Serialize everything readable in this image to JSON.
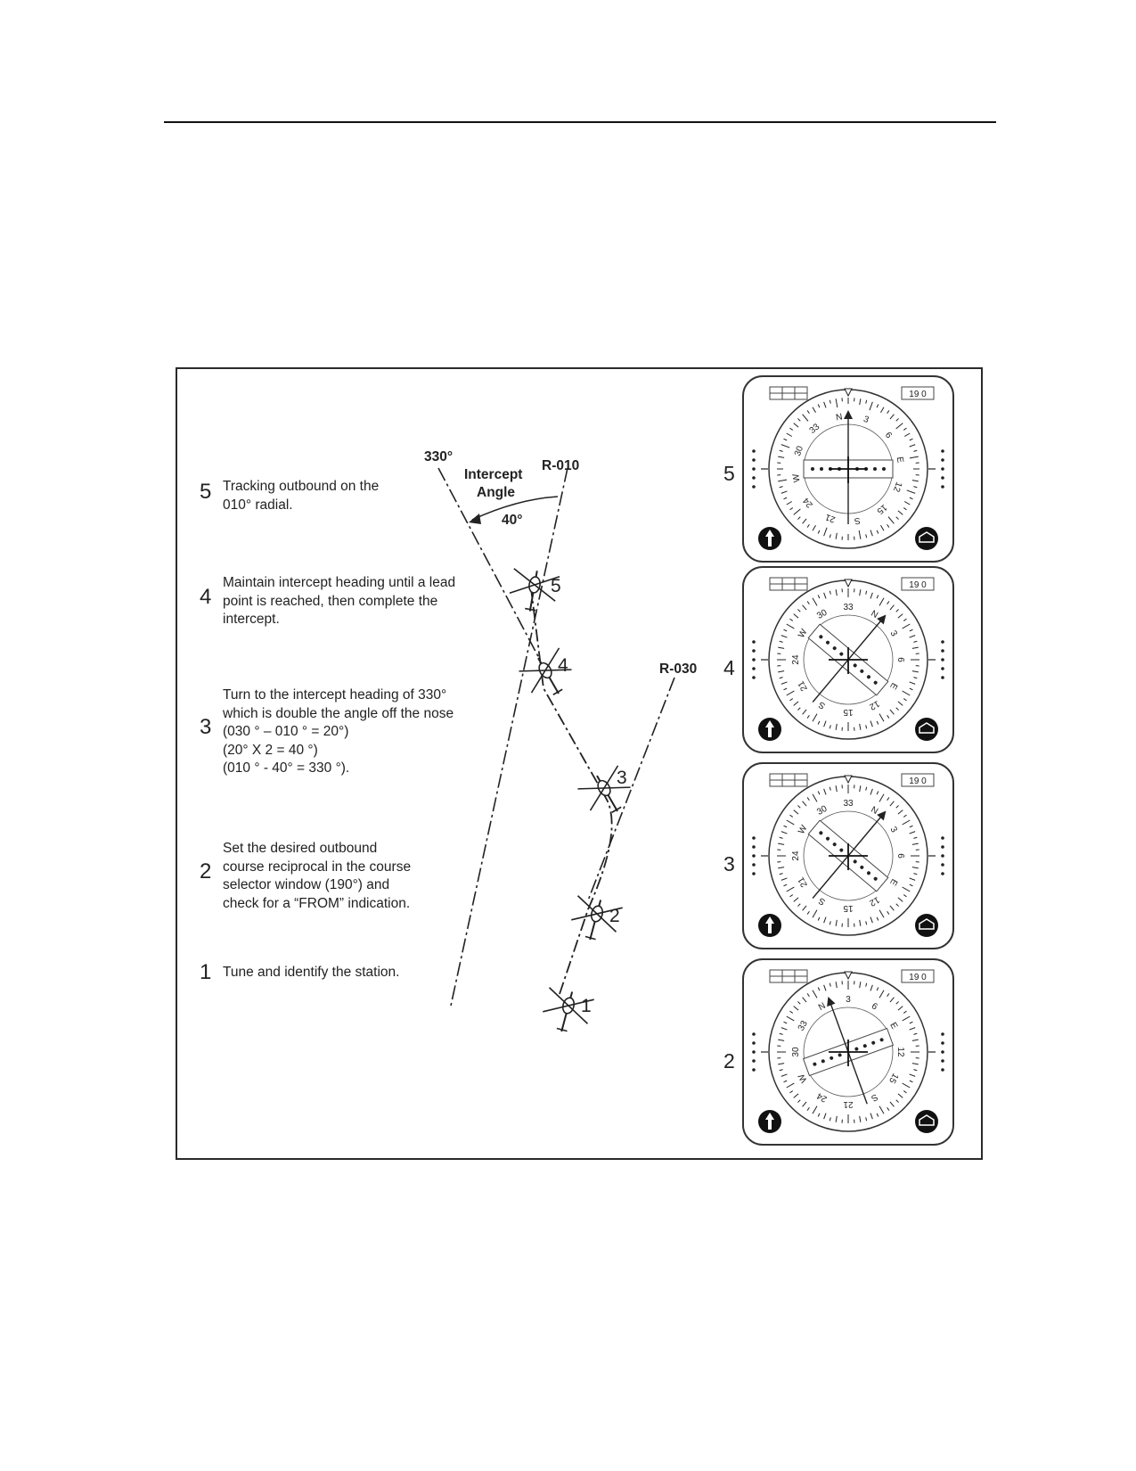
{
  "steps": [
    {
      "num": "5",
      "text": "Tracking outbound on the\n010° radial."
    },
    {
      "num": "4",
      "text": "Maintain intercept heading until a lead\npoint is reached, then complete the\nintercept."
    },
    {
      "num": "3",
      "text": "Turn to the intercept heading of 330°\nwhich is double the angle off the nose\n(030 ° – 010 ° = 20°)\n(20° X 2 = 40 °)\n(010 ° - 40° = 330 °)."
    },
    {
      "num": "2",
      "text": "Set the desired outbound\ncourse reciprocal in the course\nselector window (190°) and\ncheck for a “FROM” indication."
    },
    {
      "num": "1",
      "text": "Tune and identify the station."
    }
  ],
  "labels": {
    "heading_330": "330°",
    "radial_010": "R-010",
    "radial_030": "R-030",
    "intercept_line1": "Intercept",
    "intercept_line2": "Angle",
    "intercept_value": "40°"
  },
  "positions": [
    "1",
    "2",
    "3",
    "4",
    "5"
  ],
  "instruments": [
    {
      "num": "5",
      "course_window": "19 0",
      "heading": 10
    },
    {
      "num": "4",
      "course_window": "19 0",
      "heading": 330
    },
    {
      "num": "3",
      "course_window": "19 0",
      "heading": 330
    },
    {
      "num": "2",
      "course_window": "19 0",
      "heading": 30
    }
  ],
  "compass_labels": [
    "N",
    "3",
    "6",
    "E",
    "12",
    "15",
    "S",
    "21",
    "24",
    "W",
    "30",
    "33"
  ]
}
